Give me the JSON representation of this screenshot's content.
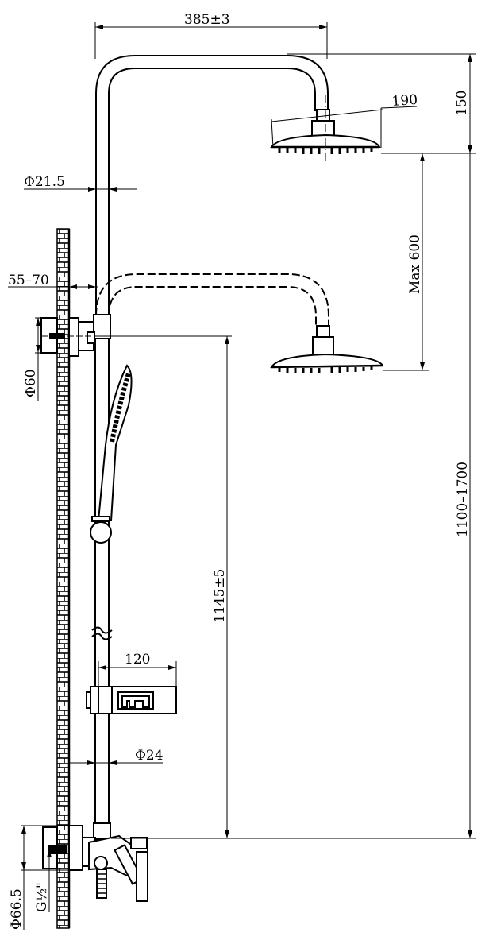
{
  "drawing": {
    "dimensions": {
      "arm_reach": "385±3",
      "head_diameter": "190",
      "head_offset": "150",
      "pipe_diameter": "Φ21.5",
      "slide_range": "Max 600",
      "wall_gap": "55–70",
      "wall_flange": "Φ60",
      "mount_height": "1145±5",
      "total_height": "1100–1700",
      "shelf_width": "120",
      "lower_pipe_diameter": "Φ24",
      "valve_flange": "Φ66.5",
      "inlet_thread": "G½\""
    }
  }
}
